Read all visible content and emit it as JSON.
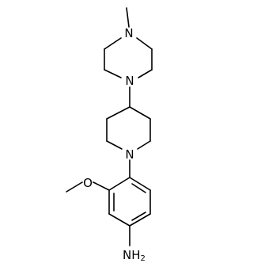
{
  "molecule": {
    "atoms": {
      "n_piperazine_top": "N",
      "n_piperazine_bottom": "N",
      "n_piperidine": "N",
      "o_methoxy": "O",
      "amine_nh": "NH",
      "amine_subscript": "2"
    },
    "colors": {
      "bond": "#000000",
      "label": "#000000",
      "background": "#ffffff"
    }
  }
}
